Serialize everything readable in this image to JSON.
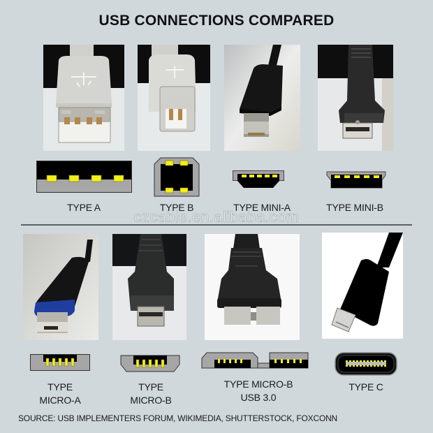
{
  "title": "USB CONNECTIONS COMPARED",
  "watermark": "czcable.en.alibaba.com",
  "source": "SOURCE: USB IMPLEMENTERS FORUM, WIKIMEDIA, SHUTTERSTOCK, FOXCONN",
  "colors": {
    "background": "#d0d8dc",
    "pin": "#f4ee1c",
    "shell": "#a6a6a6",
    "cavity": "#000000",
    "divider": "#5c6062"
  },
  "rows": [
    {
      "connectors": [
        {
          "id": "type-a",
          "label": "TYPE A",
          "label_line2": "",
          "photo": "white-usb-a-plug-photo",
          "pins": 4
        },
        {
          "id": "type-b",
          "label": "TYPE B",
          "label_line2": "",
          "photo": "white-usb-b-plug-photo",
          "pins": 4
        },
        {
          "id": "type-mini-a",
          "label": "TYPE MINI-A",
          "label_line2": "",
          "photo": "black-mini-a-plug-photo",
          "pins": 5
        },
        {
          "id": "type-mini-b",
          "label": "TYPE MINI-B",
          "label_line2": "",
          "photo": "black-mini-b-plug-photo",
          "pins": 5
        }
      ]
    },
    {
      "connectors": [
        {
          "id": "type-micro-a",
          "label": "TYPE",
          "label_line2": "MICRO-A",
          "photo": "blue-micro-a-plug-photo",
          "pins": 5
        },
        {
          "id": "type-micro-b",
          "label": "TYPE",
          "label_line2": "MICRO-B",
          "photo": "black-micro-b-plug-photo",
          "pins": 5
        },
        {
          "id": "type-micro-b-usb3",
          "label": "TYPE MICRO-B",
          "label_line2": "USB 3.0",
          "photo": "black-micro-b-usb3-plug-photo",
          "pins": 10
        },
        {
          "id": "type-c",
          "label": "TYPE C",
          "label_line2": "",
          "photo": "black-usb-c-plug-photo",
          "pins": 24
        }
      ]
    }
  ]
}
